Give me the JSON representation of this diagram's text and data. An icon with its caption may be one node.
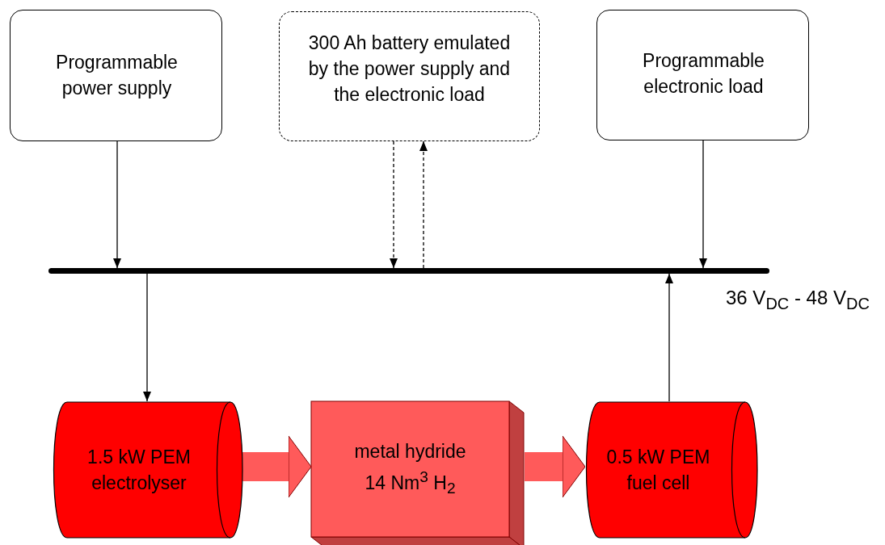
{
  "diagram": {
    "nodes": [
      {
        "text": [
          "Programmable power supply"
        ]
      },
      {
        "text": [
          "300 Ah battery emulated by the power supply and the electronic load"
        ]
      },
      {
        "text": [
          "Programmable electronic load"
        ]
      },
      {
        "text": [],
        "shape": "bar",
        "beside": [
          "36 V$_{DC}$ - 48 V$_{DC}$"
        ]
      },
      {
        "text": [
          "1.5 kW PEM electrolyser"
        ]
      },
      {
        "text": [
          "metal hydride 14 Nm$^{3}$ H$_{2}$"
        ]
      },
      {
        "text": [
          "0.5 kW PEM fuel cell"
        ]
      }
    ],
    "edges": [
      {
        "from": 0,
        "to": 3,
        "arrow": "to"
      },
      {
        "from": 1,
        "to": 3,
        "arrow": "to",
        "style": "dashed"
      },
      {
        "from": 3,
        "to": 1,
        "arrow": "to",
        "style": "dashed"
      },
      {
        "from": 2,
        "to": 3,
        "arrow": "to"
      },
      {
        "from": 3,
        "to": 4,
        "arrow": "to"
      },
      {
        "from": 6,
        "to": 3,
        "arrow": "to"
      },
      {
        "from": 4,
        "to": 5,
        "arrow": "to",
        "style": "thick",
        "color": "#ff5a5a"
      },
      {
        "from": 5,
        "to": 6,
        "arrow": "to",
        "style": "thick",
        "color": "#ff5a5a"
      }
    ]
  }
}
